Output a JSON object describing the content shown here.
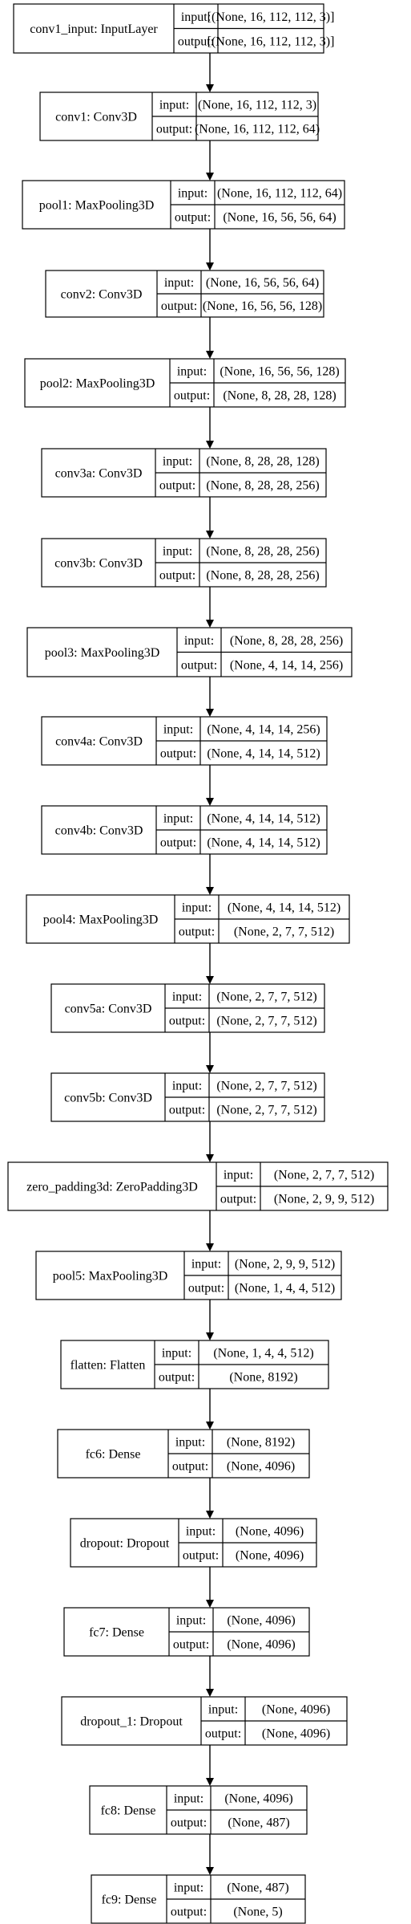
{
  "diagram": {
    "type": "keras-model-plot",
    "labels": {
      "input": "input:",
      "output": "output:"
    },
    "layers": [
      {
        "name": "conv1_input: InputLayer",
        "input": "[(None, 16, 112, 112, 3)]",
        "output": "[(None, 16, 112, 112, 3)]"
      },
      {
        "name": "conv1: Conv3D",
        "input": "(None, 16, 112, 112, 3)",
        "output": "(None, 16, 112, 112, 64)"
      },
      {
        "name": "pool1: MaxPooling3D",
        "input": "(None, 16, 112, 112, 64)",
        "output": "(None, 16, 56, 56, 64)"
      },
      {
        "name": "conv2: Conv3D",
        "input": "(None, 16, 56, 56, 64)",
        "output": "(None, 16, 56, 56, 128)"
      },
      {
        "name": "pool2: MaxPooling3D",
        "input": "(None, 16, 56, 56, 128)",
        "output": "(None, 8, 28, 28, 128)"
      },
      {
        "name": "conv3a: Conv3D",
        "input": "(None, 8, 28, 28, 128)",
        "output": "(None, 8, 28, 28, 256)"
      },
      {
        "name": "conv3b: Conv3D",
        "input": "(None, 8, 28, 28, 256)",
        "output": "(None, 8, 28, 28, 256)"
      },
      {
        "name": "pool3: MaxPooling3D",
        "input": "(None, 8, 28, 28, 256)",
        "output": "(None, 4, 14, 14, 256)"
      },
      {
        "name": "conv4a: Conv3D",
        "input": "(None, 4, 14, 14, 256)",
        "output": "(None, 4, 14, 14, 512)"
      },
      {
        "name": "conv4b: Conv3D",
        "input": "(None, 4, 14, 14, 512)",
        "output": "(None, 4, 14, 14, 512)"
      },
      {
        "name": "pool4: MaxPooling3D",
        "input": "(None, 4, 14, 14, 512)",
        "output": "(None, 2, 7, 7, 512)"
      },
      {
        "name": "conv5a: Conv3D",
        "input": "(None, 2, 7, 7, 512)",
        "output": "(None, 2, 7, 7, 512)"
      },
      {
        "name": "conv5b: Conv3D",
        "input": "(None, 2, 7, 7, 512)",
        "output": "(None, 2, 7, 7, 512)"
      },
      {
        "name": "zero_padding3d: ZeroPadding3D",
        "input": "(None, 2, 7, 7, 512)",
        "output": "(None, 2, 9, 9, 512)"
      },
      {
        "name": "pool5: MaxPooling3D",
        "input": "(None, 2, 9, 9, 512)",
        "output": "(None, 1, 4, 4, 512)"
      },
      {
        "name": "flatten: Flatten",
        "input": "(None, 1, 4, 4, 512)",
        "output": "(None, 8192)"
      },
      {
        "name": "fc6: Dense",
        "input": "(None, 8192)",
        "output": "(None, 4096)"
      },
      {
        "name": "dropout: Dropout",
        "input": "(None, 4096)",
        "output": "(None, 4096)"
      },
      {
        "name": "fc7: Dense",
        "input": "(None, 4096)",
        "output": "(None, 4096)"
      },
      {
        "name": "dropout_1: Dropout",
        "input": "(None, 4096)",
        "output": "(None, 4096)"
      },
      {
        "name": "fc8: Dense",
        "input": "(None, 4096)",
        "output": "(None, 487)"
      },
      {
        "name": "fc9: Dense",
        "input": "(None, 487)",
        "output": "(None, 5)"
      }
    ]
  }
}
